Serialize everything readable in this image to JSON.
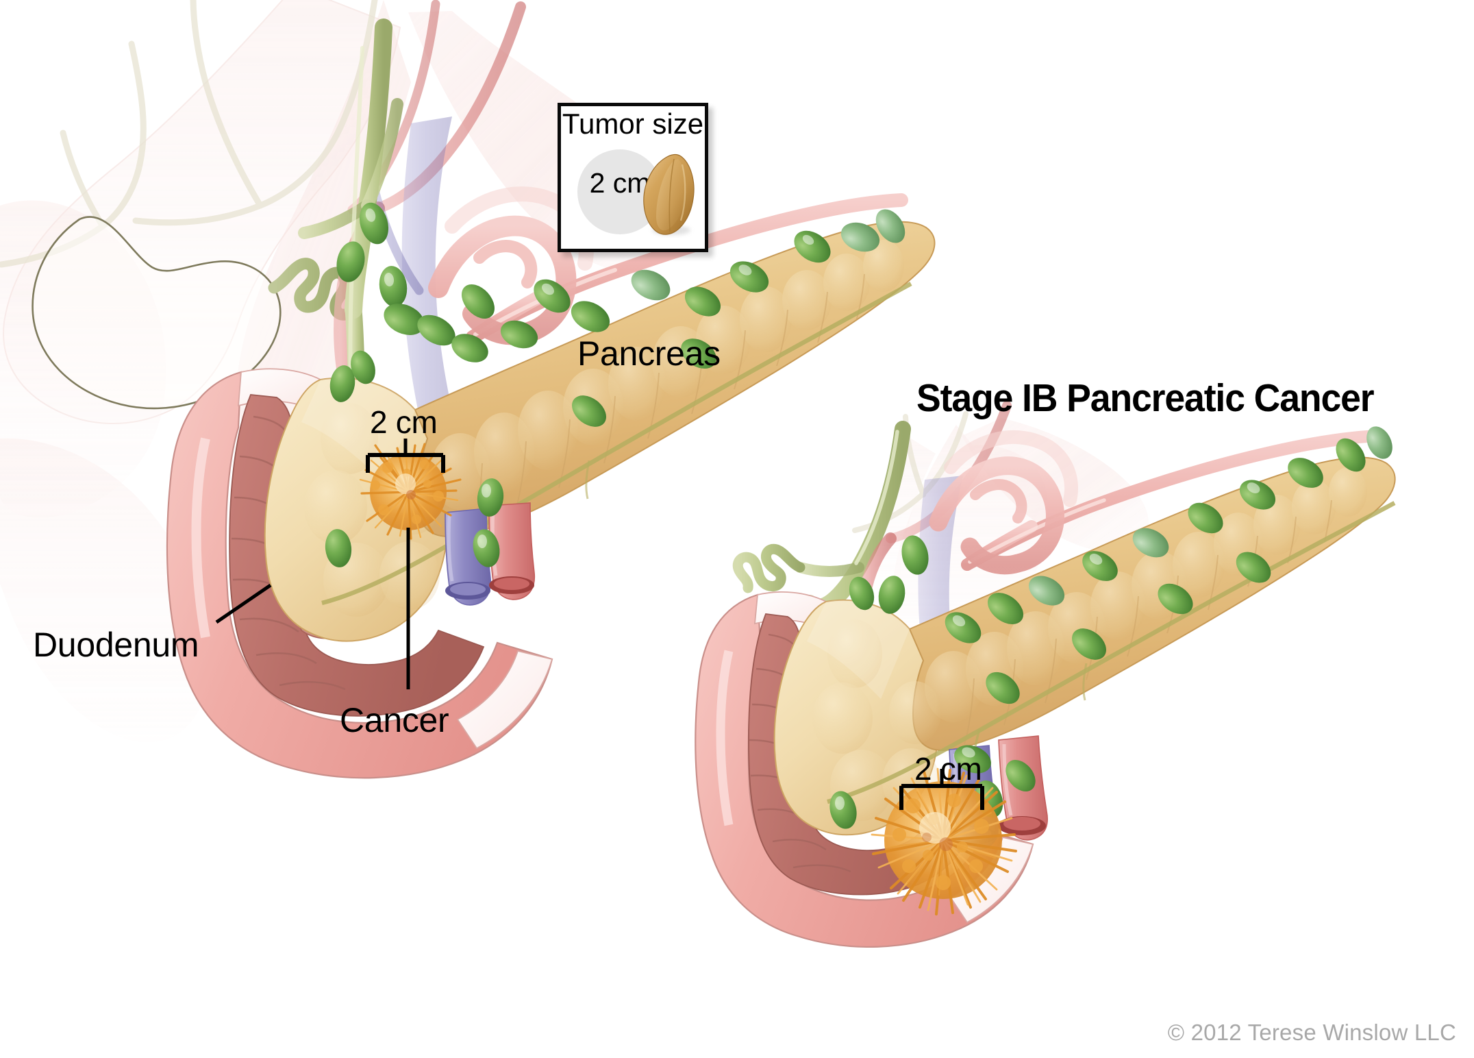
{
  "figure": {
    "title": "Stage IB Pancreatic Cancer",
    "copyright": "© 2012 Terese Winslow LLC",
    "domain_kind": "medical-illustration"
  },
  "inset": {
    "title": "Tumor size",
    "circle_label": "2 cm",
    "comparison_object": "peanut",
    "circle_color": "#e6e6e6",
    "border_color": "#0a0a0a"
  },
  "labels": {
    "pancreas": "Pancreas",
    "duodenum": "Duodenum",
    "cancer": "Cancer",
    "tumor_measure_left": "2 cm",
    "tumor_measure_right": "2 cm"
  },
  "panels": [
    {
      "id": "left-panel",
      "name": "overview-anatomy",
      "labels": [
        "Pancreas",
        "Duodenum",
        "Cancer",
        "2 cm"
      ],
      "structures": [
        "liver (ghosted)",
        "gallbladder",
        "common bile duct",
        "stomach (ghosted)",
        "duodenum",
        "pancreas",
        "pancreatic duct",
        "tumor",
        "lymph nodes",
        "superior mesenteric vein",
        "superior mesenteric artery",
        "splenic artery",
        "portal vein"
      ]
    },
    {
      "id": "right-panel",
      "name": "closeup-anatomy",
      "labels": [
        "2 cm"
      ],
      "structures": [
        "duodenum",
        "pancreas",
        "pancreatic duct",
        "tumor",
        "lymph nodes",
        "superior mesenteric vein",
        "superior mesenteric artery",
        "common bile duct",
        "splenic artery"
      ]
    }
  ],
  "colors": {
    "pancreas": "#e3b878",
    "pancreas_light": "#f3ddb0",
    "pancreas_head": "#f0dfb4",
    "duodenum_wall": "#f0aeaa",
    "duodenum_mucosa": "#bb6e68",
    "tumor": "#e8922c",
    "tumor_light": "#f4bb63",
    "lymph_node": "#5a9440",
    "lymph_node_light": "#8dc06a",
    "bile_duct": "#b8c48a",
    "artery": "#e08d8d",
    "artery_cut": "#d8605e",
    "vein": "#9a96c8",
    "vein_cut": "#6f69ae",
    "ghost_organ": "#f7dcd8",
    "title_text": "#000000",
    "copyright_text": "#a8a8a8",
    "background": "#ffffff"
  }
}
